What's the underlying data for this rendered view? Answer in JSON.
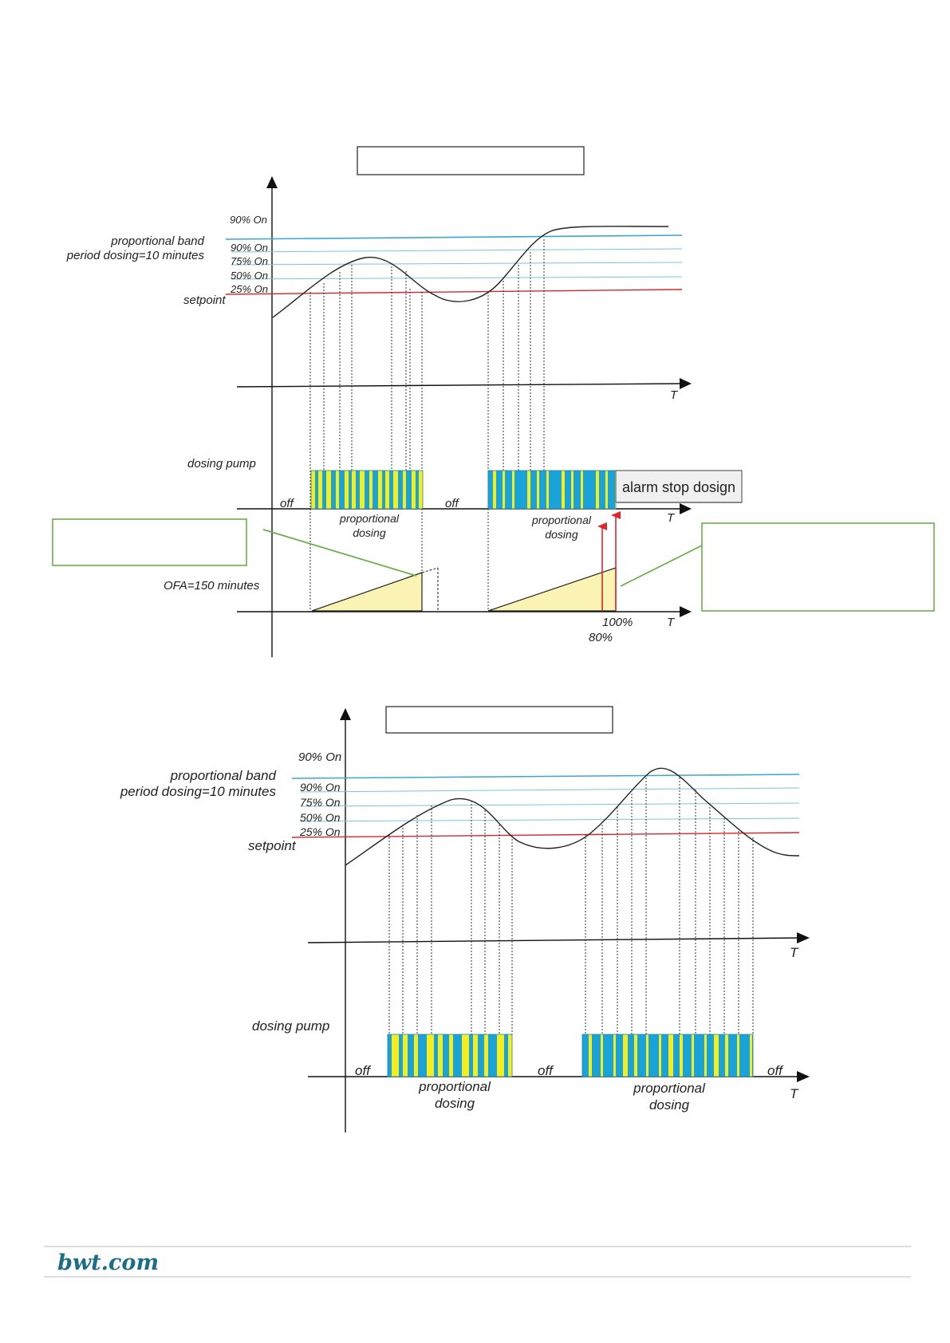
{
  "diagram1": {
    "label_top_90": "90% On",
    "prop_band": "proportional band",
    "period": "period dosing=10 minutes",
    "l90": "90% On",
    "l75": "75% On",
    "l50": "50% On",
    "l25": "25% On",
    "setpoint": "setpoint",
    "t_axis1": "T",
    "dosing_pump": "dosing pump",
    "off1": "off",
    "off2": "off",
    "prop1a": "proportional",
    "prop1b": "dosing",
    "prop2a": "proportional",
    "prop2b": "dosing",
    "t_axis2": "T",
    "alarm": "alarm stop dosign",
    "ofa": "OFA=150 minutes",
    "p100": "100%",
    "p80": "80%",
    "t_axis3": "T"
  },
  "diagram2": {
    "label_top_90": "90% On",
    "prop_band": "proportional band",
    "period": "period dosing=10 minutes",
    "l90": "90% On",
    "l75": "75% On",
    "l50": "50% On",
    "l25": "25% On",
    "setpoint": "setpoint",
    "t_axis1": "T",
    "dosing_pump": "dosing pump",
    "off1": "off",
    "off2": "off",
    "off3": "off",
    "prop1a": "proportional",
    "prop1b": "dosing",
    "prop2a": "proportional",
    "prop2b": "dosing",
    "t_axis2": "T"
  },
  "footer": {
    "logo": "bwt.com"
  },
  "colors": {
    "band_blue": "#3ba6d6",
    "setpoint_red": "#d9262c",
    "pump_blue": "#1aa3d9",
    "pump_yellow": "#f6ee1c",
    "callout_green": "#6fae4e",
    "ofa_fill": "#fbf3b4",
    "logo_teal": "#1c6e86"
  }
}
